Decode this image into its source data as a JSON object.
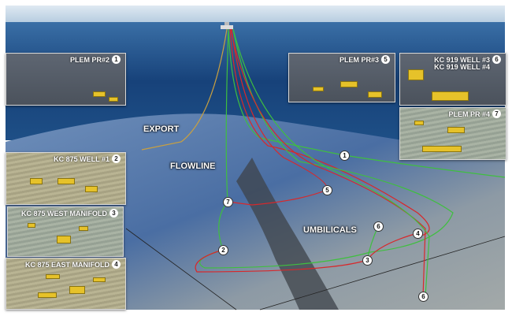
{
  "labels": {
    "export": "EXPORT",
    "flowline": "FLOWLINE",
    "umbilicals": "UMBILICALS"
  },
  "panels": [
    {
      "title": "PLEM PR#2",
      "num": "1"
    },
    {
      "title": "KC 875 WELL #1",
      "num": "2"
    },
    {
      "title": "KC 875 WEST MANIFOLD",
      "num": "3"
    },
    {
      "title": "KC 875 EAST MANIFOLD",
      "num": "4"
    },
    {
      "title": "PLEM PR#3",
      "num": "5"
    },
    {
      "title": "KC 919 WELL #3",
      "title2": "KC 919 WELL #4",
      "num": "6"
    },
    {
      "title": "PLEM PR #4",
      "num": "7"
    }
  ],
  "markers": [
    "1",
    "5",
    "7",
    "6",
    "4",
    "2",
    "3",
    "6"
  ],
  "colors": {
    "umbilical": "#3fbf3f",
    "flowline": "#d8282b",
    "export": "#c9a040"
  }
}
